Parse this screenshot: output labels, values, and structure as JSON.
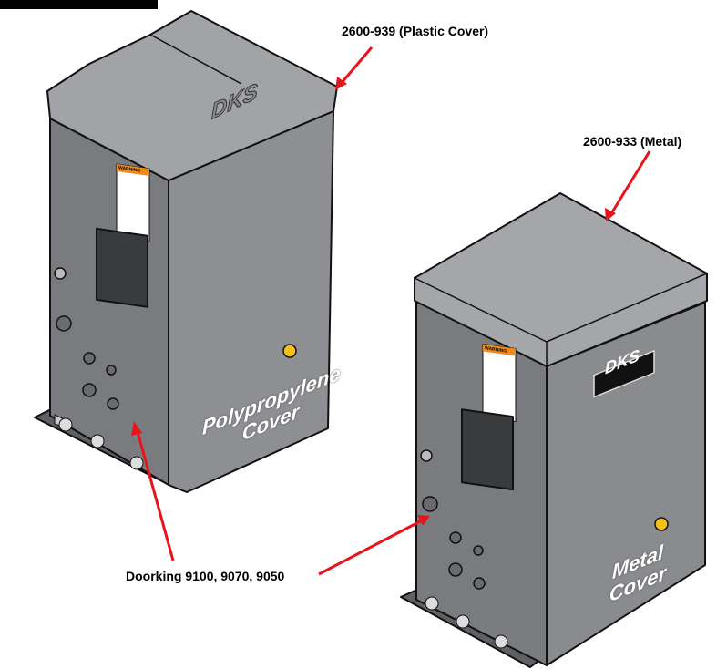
{
  "labels": {
    "plastic_cover": "2600-939 (Plastic Cover)",
    "metal": "2600-933 (Metal)",
    "models": "Doorking 9100, 9070, 9050"
  },
  "left_unit": {
    "cover_line1": "Polypropylene",
    "cover_line2": "Cover",
    "logo": "DKS",
    "warning": "WARNING"
  },
  "right_unit": {
    "cover_line1": "Metal",
    "cover_line2": "Cover",
    "logo": "DKS",
    "warning": "WARNING"
  },
  "colors": {
    "arrow": "#e8141b",
    "body": "#7c7d80",
    "top": "#a2a3a6",
    "side": "#8e8f92"
  }
}
